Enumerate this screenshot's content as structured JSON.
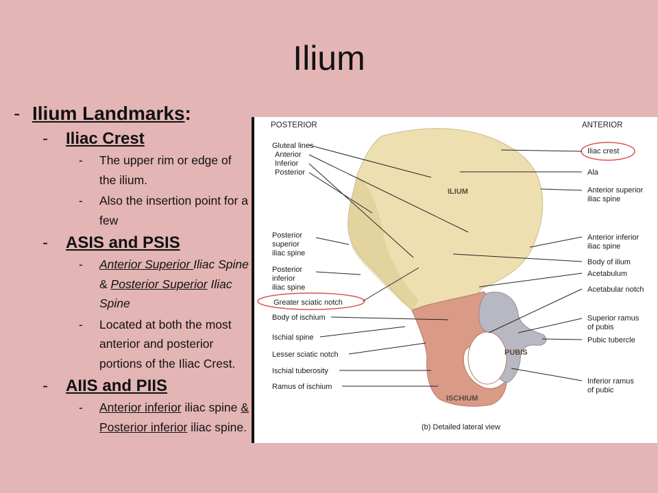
{
  "slide": {
    "title": "Ilium"
  },
  "bullets": {
    "heading": "Ilium Landmarks",
    "heading_colon": ":",
    "sections": [
      {
        "title": "Iliac Crest",
        "items": [
          {
            "text": "The upper rim or edge of the ilium."
          },
          {
            "text": "Also the insertion point for a few"
          }
        ]
      },
      {
        "title": "ASIS and PSIS",
        "items": [
          {
            "p1": "Anterior Superior ",
            "p2": "Iliac Spine",
            "p3": " & ",
            "p4": "Posterior Superior",
            "p5": " Iliac Spine"
          },
          {
            "text": "Located at both the most anterior and posterior portions of the Iliac Crest."
          }
        ]
      },
      {
        "title": "AIIS and PIIS",
        "items": [
          {
            "p1": "Anterior inferior",
            "p2": " iliac spine ",
            "p3": "& Posterior inferior",
            "p4": " iliac spine."
          }
        ]
      }
    ]
  },
  "figure": {
    "posterior": "POSTERIOR",
    "anterior": "ANTERIOR",
    "caption": "(b) Detailed lateral view",
    "bone_labels": {
      "ilium": "ILIUM",
      "pubis": "PUBIS",
      "ischium": "ISCHIUM"
    },
    "left_labels": {
      "gluteal_lines": "Gluteal lines",
      "gl_anterior": "Anterior",
      "gl_inferior": "Inferior",
      "gl_posterior": "Posterior",
      "psis_1": "Posterior",
      "psis_2": "superior",
      "psis_3": "iliac spine",
      "piis_1": "Posterior",
      "piis_2": "inferior",
      "piis_3": "iliac spine",
      "greater_sciatic": "Greater sciatic notch",
      "body_ischium": "Body of ischium",
      "ischial_spine": "Ischial spine",
      "lesser_sciatic": "Lesser sciatic notch",
      "ischial_tuberosity": "Ischial tuberosity",
      "ramus_ischium": "Ramus of ischium"
    },
    "right_labels": {
      "iliac_crest": "Iliac crest",
      "ala": "Ala",
      "asis_1": "Anterior superior",
      "asis_2": "iliac spine",
      "aiis_1": "Anterior inferior",
      "aiis_2": "iliac spine",
      "body_ilium": "Body of ilium",
      "acetabulum": "Acetabulum",
      "acetabular_notch": "Acetabular notch",
      "sup_ramus_1": "Superior ramus",
      "sup_ramus_2": "of pubis",
      "pubic_tubercle": "Pubic tubercle",
      "inf_ramus_1": "Inferior ramus",
      "inf_ramus_2": "of pubic"
    },
    "colors": {
      "ilium": "#eedfb0",
      "ischium": "#d99a86",
      "pubis": "#b8b8c2",
      "highlight_circle": "#d9534f"
    }
  }
}
